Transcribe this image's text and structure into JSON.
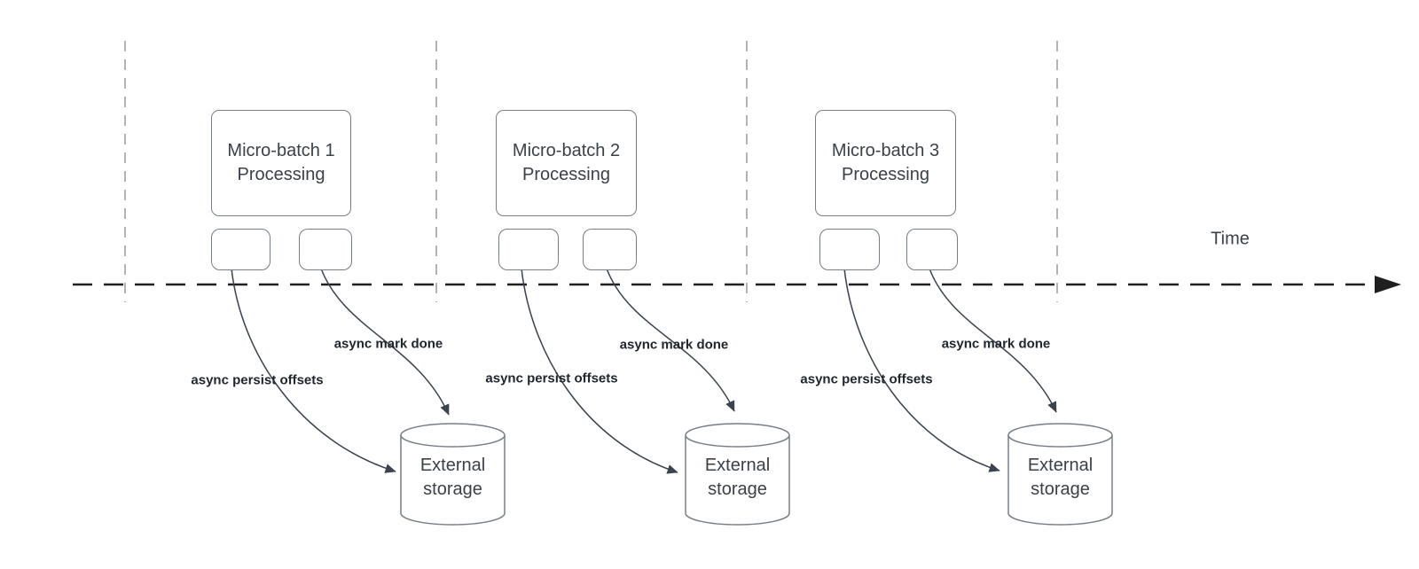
{
  "diagram": {
    "time_label": "Time",
    "batches": [
      {
        "title_line1": "Micro-batch 1",
        "title_line2": "Processing",
        "persist_label": "async persist offsets",
        "done_label": "async mark done",
        "storage_line1": "External",
        "storage_line2": "storage"
      },
      {
        "title_line1": "Micro-batch 2",
        "title_line2": "Processing",
        "persist_label": "async persist offsets",
        "done_label": "async mark done",
        "storage_line1": "External",
        "storage_line2": "storage"
      },
      {
        "title_line1": "Micro-batch 3",
        "title_line2": "Processing",
        "persist_label": "async persist offsets",
        "done_label": "async mark done",
        "storage_line1": "External",
        "storage_line2": "storage"
      }
    ],
    "colors": {
      "background": "#ffffff",
      "box_border": "#777e87",
      "box_text": "#3a4149",
      "label_text": "#20262e",
      "arrow_color": "#3a434e",
      "timeline_color": "#1f1f1f",
      "gridline_color": "#a9abad"
    }
  }
}
